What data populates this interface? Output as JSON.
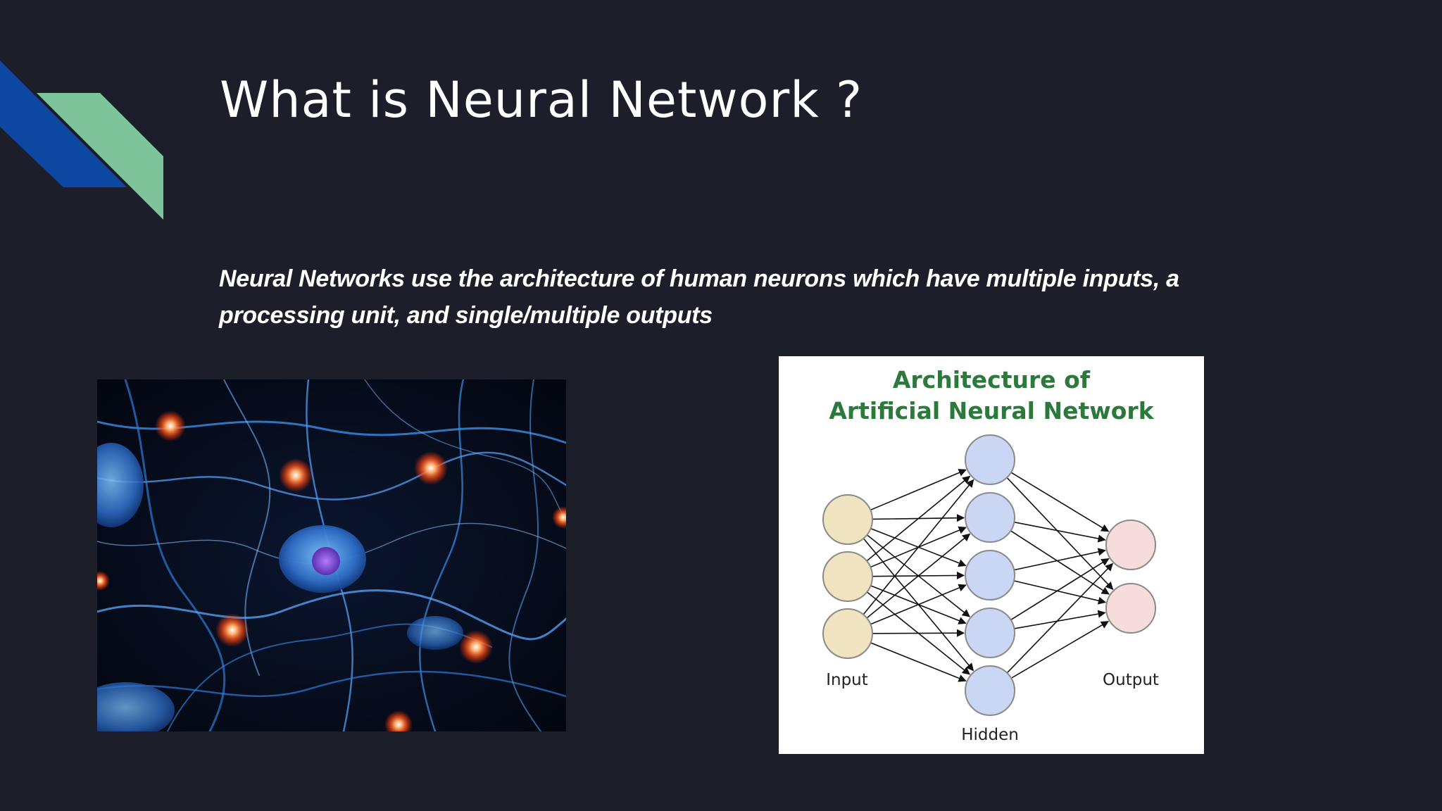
{
  "slide": {
    "title": "What is Neural Network ?",
    "subtitle": "Neural Networks use the architecture of human neurons which have multiple inputs, a processing unit, and single/multiple outputs"
  },
  "colors": {
    "background": "#1c1f2a",
    "accent_blue": "#0d47a1",
    "accent_green": "#7ec49a",
    "diagram_title": "#2b7a3b",
    "input_node": "#efe3c0",
    "hidden_node": "#c9d7f5",
    "output_node": "#f7dcdc"
  },
  "diagram": {
    "title_line1": "Architecture of",
    "title_line2": "Artificial Neural Network",
    "input_label": "Input",
    "hidden_label": "Hidden",
    "output_label": "Output",
    "input_count": 3,
    "hidden_count": 5,
    "output_count": 2
  },
  "images": {
    "neuron_photo": "neuron-network-photo-icon"
  }
}
